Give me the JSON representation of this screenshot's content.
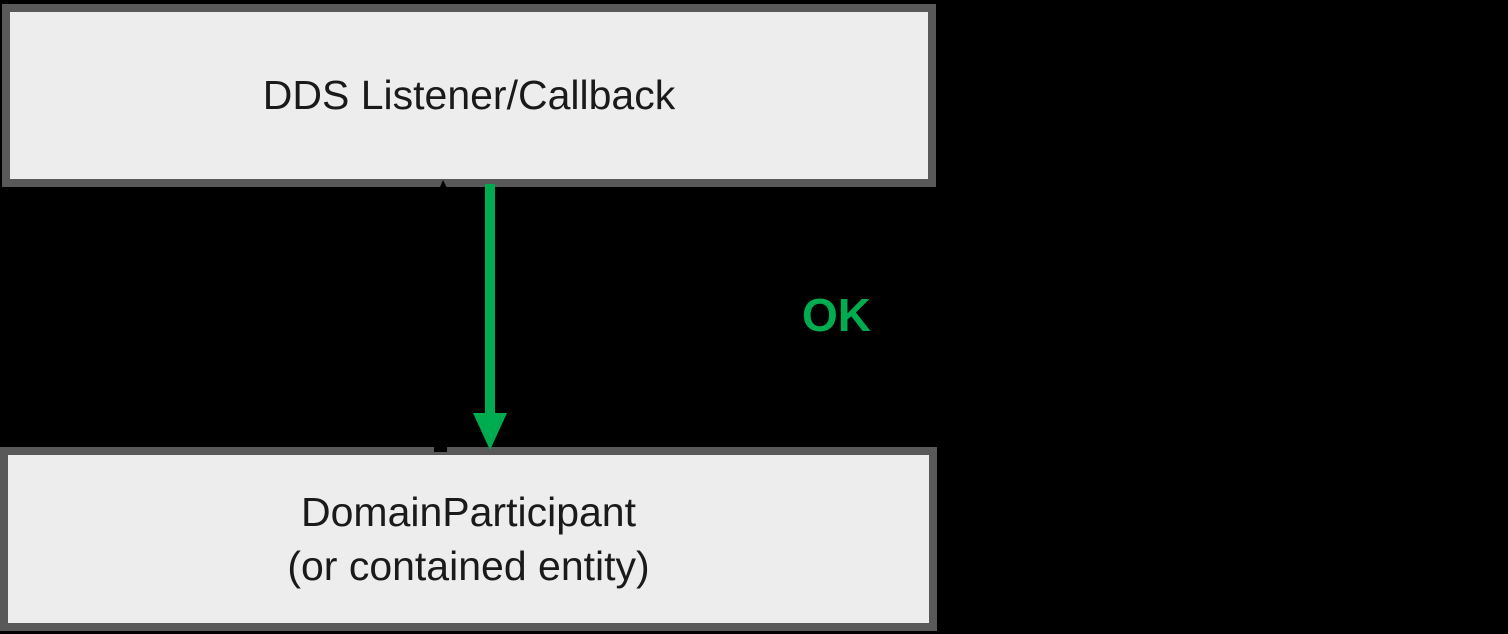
{
  "diagram": {
    "background_color": "#000000",
    "nodes": {
      "listener": {
        "label": "DDS Listener/Callback"
      },
      "participant": {
        "label_line1": "DomainParticipant",
        "label_line2": "(or contained entity)"
      }
    },
    "edge": {
      "label": "OK",
      "direction": "down",
      "from": "DDS Listener/Callback",
      "to": "DomainParticipant (or contained entity)",
      "arrow_color": "#00AC50",
      "label_color": "#00AC50"
    },
    "colors": {
      "node_fill": "#EDEDED",
      "node_border": "#595959",
      "node_text": "#1A1A1A",
      "artifact_black": "#000000"
    }
  }
}
